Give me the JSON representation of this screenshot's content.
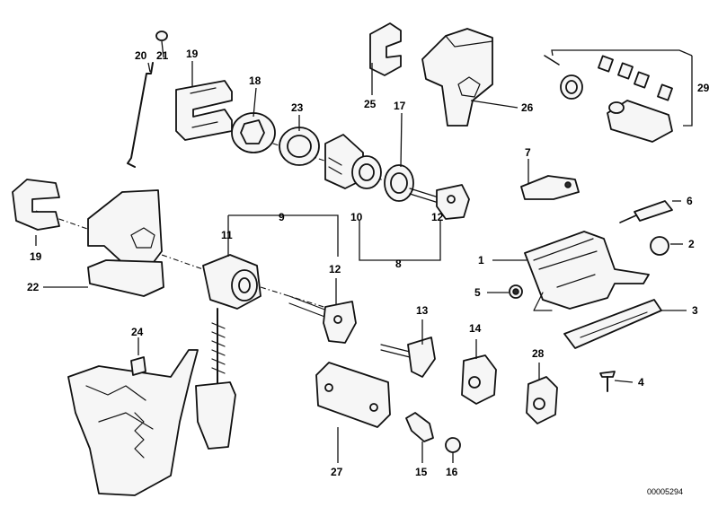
{
  "callouts": {
    "c1": "1",
    "c2": "2",
    "c3": "3",
    "c4": "4",
    "c5": "5",
    "c6": "6",
    "c7": "7",
    "c8": "8",
    "c9": "9",
    "c10": "10",
    "c11": "11",
    "c12a": "12",
    "c12b": "12",
    "c13": "13",
    "c14": "14",
    "c15": "15",
    "c16": "16",
    "c17": "17",
    "c18": "18",
    "c19a": "19",
    "c19b": "19",
    "c20": "20",
    "c21": "21",
    "c22": "22",
    "c23": "23",
    "c24": "24",
    "c25": "25",
    "c26": "26",
    "c27": "27",
    "c28": "28",
    "c29": "29"
  },
  "doc_number": "00005294"
}
